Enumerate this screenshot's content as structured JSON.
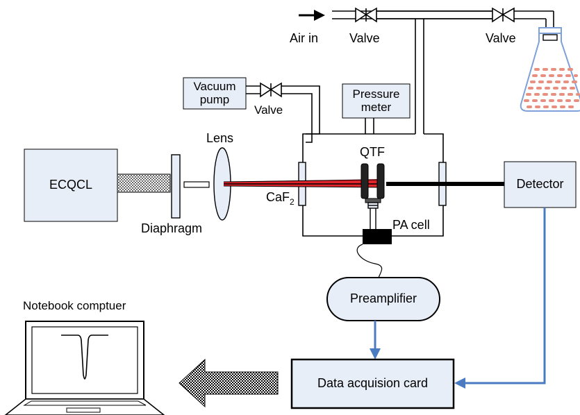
{
  "labels": {
    "air_in": "Air in",
    "valve_top_left": "Valve",
    "valve_top_right": "Valve",
    "vacuum_pump": "Vacuum\npump",
    "valve_vacuum": "Valve",
    "pressure_meter": "Pressure\nmeter",
    "lens": "Lens",
    "qtf": "QTF",
    "ecqcl": "ECQCL",
    "caf2_main": "CaF",
    "caf2_sub": "2",
    "detector": "Detector",
    "diaphragm": "Diaphragm",
    "pa_cell": "PA cell",
    "preamplifier": "Preamplifier",
    "notebook": "Notebook comptuer",
    "data_card": "Data acquision card"
  },
  "colors": {
    "box_fill": "#e8eef8",
    "laser_red": "#e0242c",
    "signal_blue": "#4a7abf",
    "line": "#000000",
    "bubble": "#e89080"
  },
  "icons": {
    "valve": "bowtie-valve-icon",
    "flask": "erlenmeyer-flask-icon",
    "laptop": "laptop-icon",
    "arrow": "hatched-arrow-icon"
  }
}
